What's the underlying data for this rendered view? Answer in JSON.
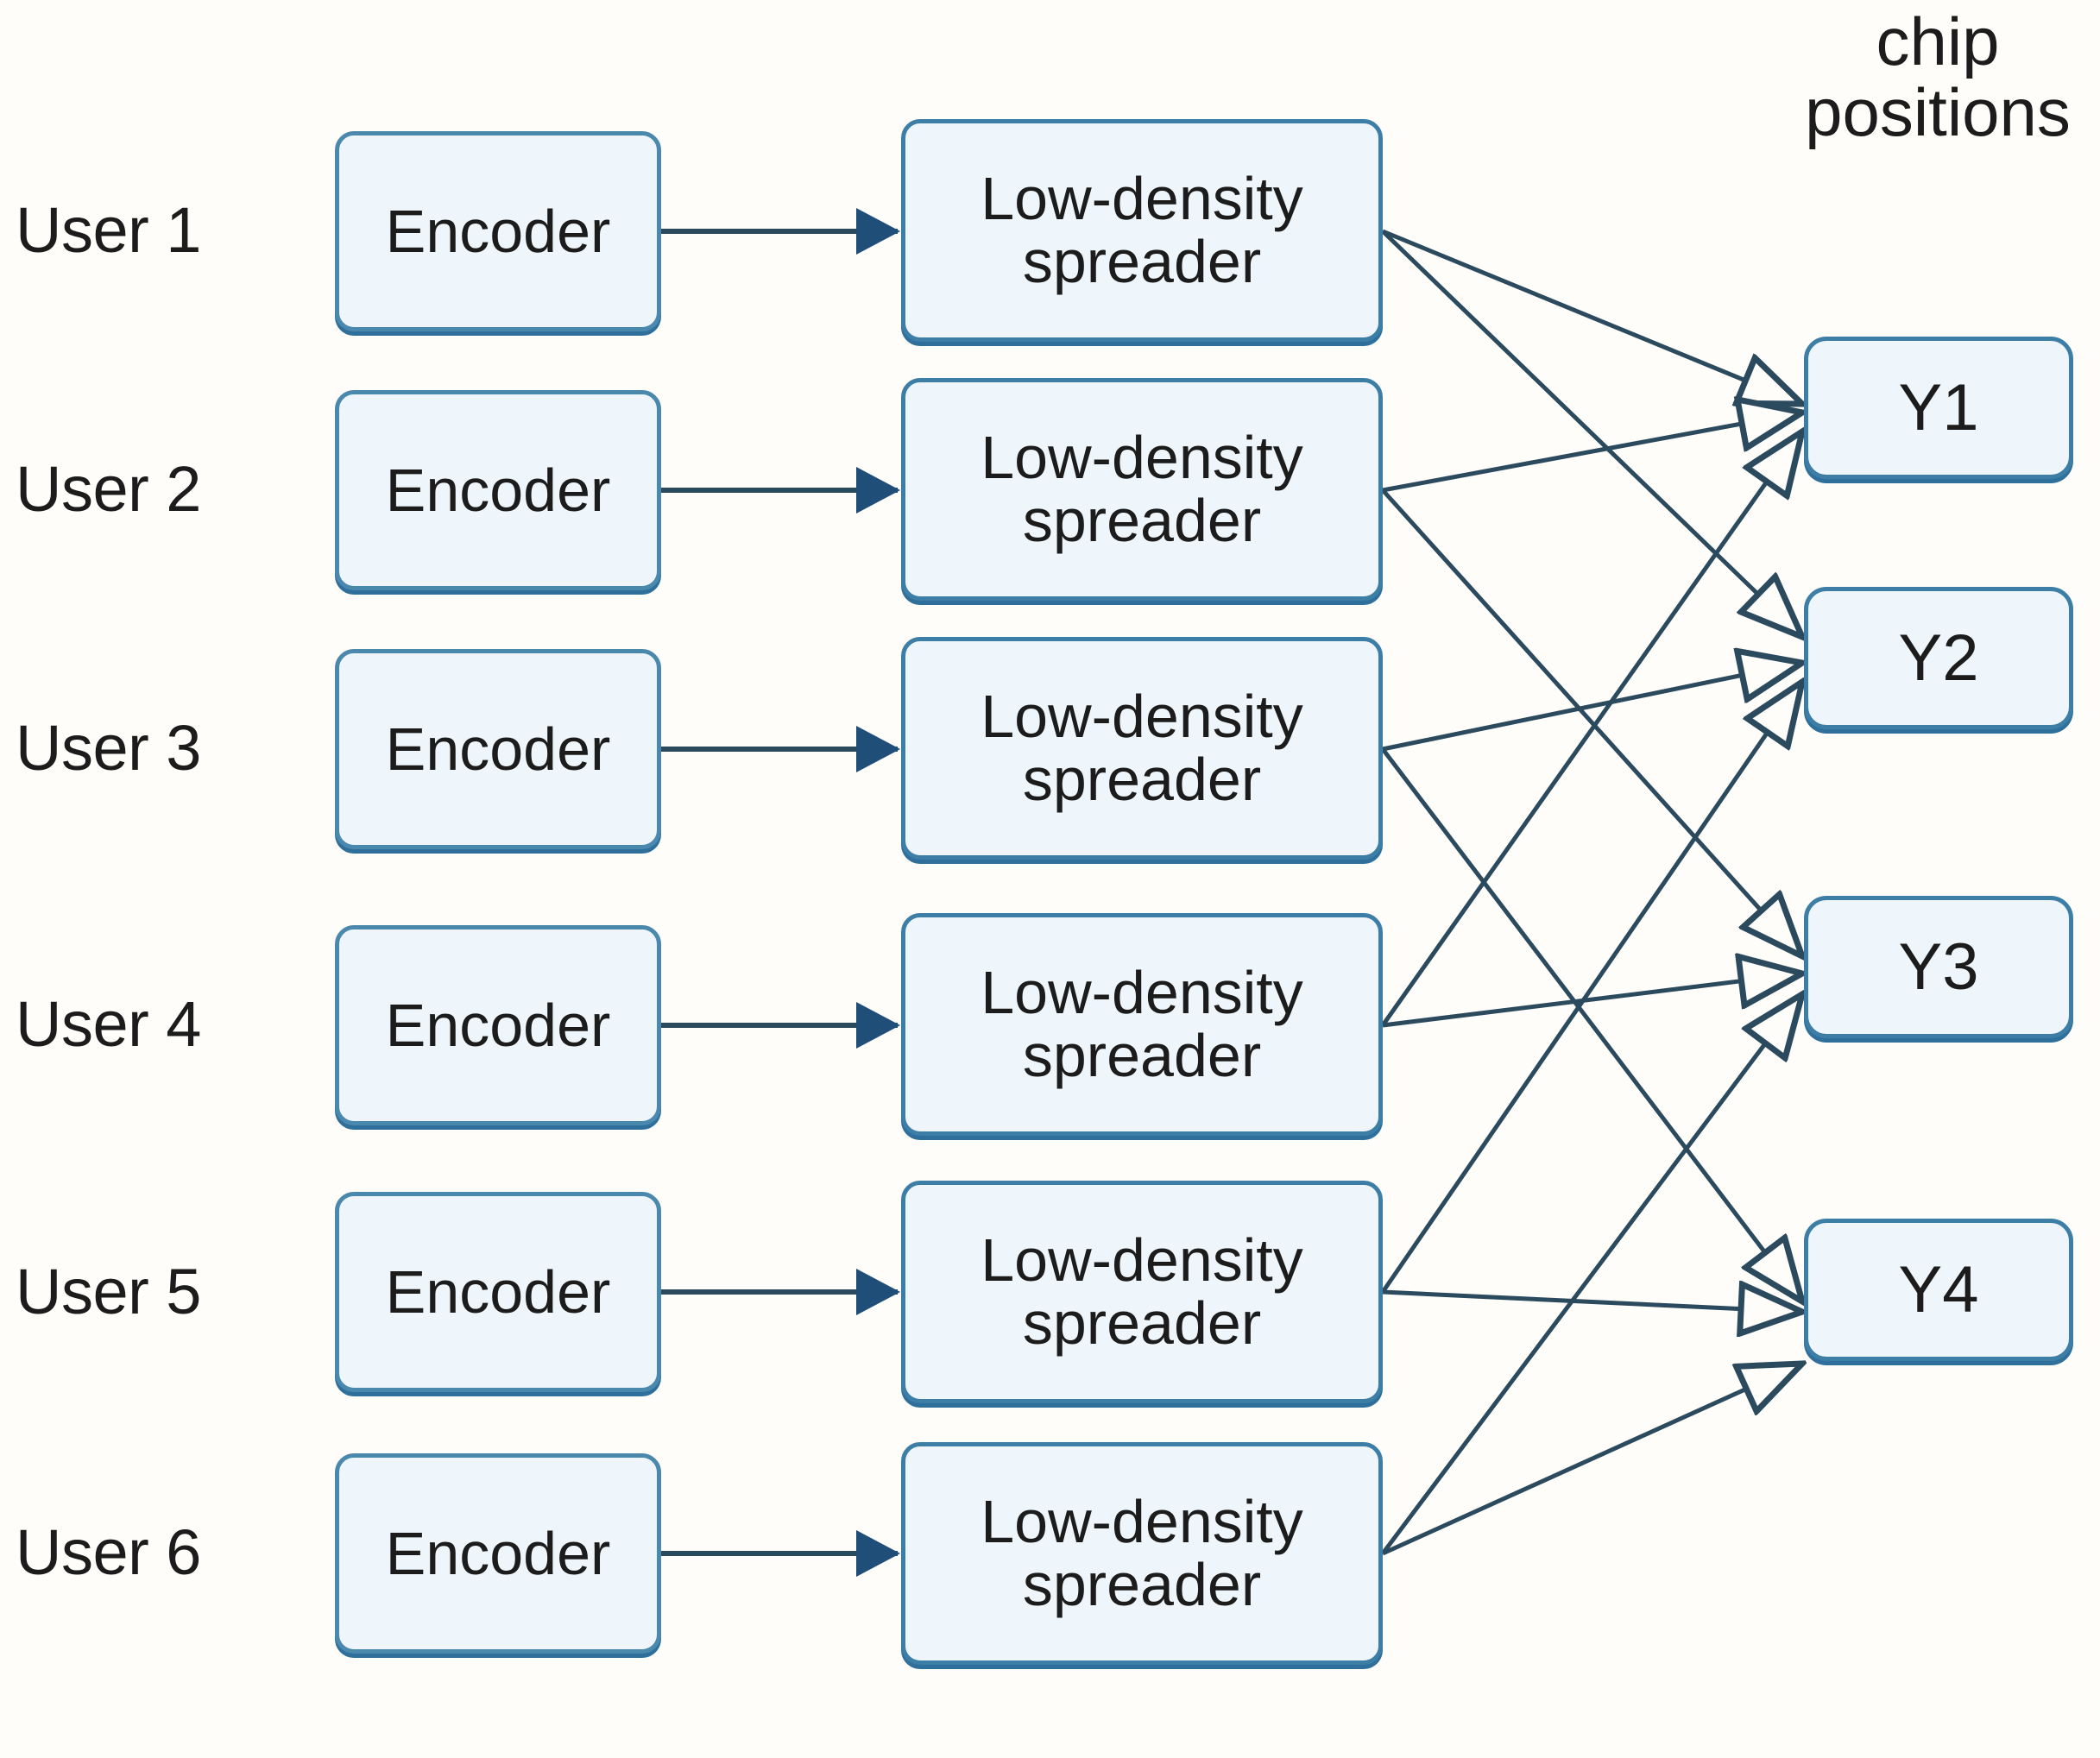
{
  "diagram": {
    "title_label": "chip\npositions",
    "colors": {
      "node_fill": "#eef6fb",
      "node_stroke": "#3d7ea6",
      "node_shadow": "#2f6f9b",
      "edge_stroke": "#2b4a5e",
      "text": "#1c1c1c",
      "background": "#fffdfa"
    },
    "users": [
      {
        "label": "User 1",
        "encoder": "Encoder",
        "spreader": "Low-density spreader"
      },
      {
        "label": "User 2",
        "encoder": "Encoder",
        "spreader": "Low-density spreader"
      },
      {
        "label": "User 3",
        "encoder": "Encoder",
        "spreader": "Low-density spreader"
      },
      {
        "label": "User 4",
        "encoder": "Encoder",
        "spreader": "Low-density spreader"
      },
      {
        "label": "User 5",
        "encoder": "Encoder",
        "spreader": "Low-density spreader"
      },
      {
        "label": "User 6",
        "encoder": "Encoder",
        "spreader": "Low-density spreader"
      }
    ],
    "chips": [
      {
        "label": "Y1"
      },
      {
        "label": "Y2"
      },
      {
        "label": "Y3"
      },
      {
        "label": "Y4"
      }
    ],
    "factor_graph": {
      "description": "Each low-density spreader connects to exactly 2 chip positions; each chip position receives 3 user signals.",
      "edges": [
        {
          "from": "user-1-spreader",
          "to": "Y1"
        },
        {
          "from": "user-1-spreader",
          "to": "Y2"
        },
        {
          "from": "user-2-spreader",
          "to": "Y1"
        },
        {
          "from": "user-2-spreader",
          "to": "Y3"
        },
        {
          "from": "user-3-spreader",
          "to": "Y2"
        },
        {
          "from": "user-3-spreader",
          "to": "Y4"
        },
        {
          "from": "user-4-spreader",
          "to": "Y1"
        },
        {
          "from": "user-4-spreader",
          "to": "Y3"
        },
        {
          "from": "user-5-spreader",
          "to": "Y2"
        },
        {
          "from": "user-5-spreader",
          "to": "Y4"
        },
        {
          "from": "user-6-spreader",
          "to": "Y3"
        },
        {
          "from": "user-6-spreader",
          "to": "Y4"
        }
      ]
    }
  }
}
